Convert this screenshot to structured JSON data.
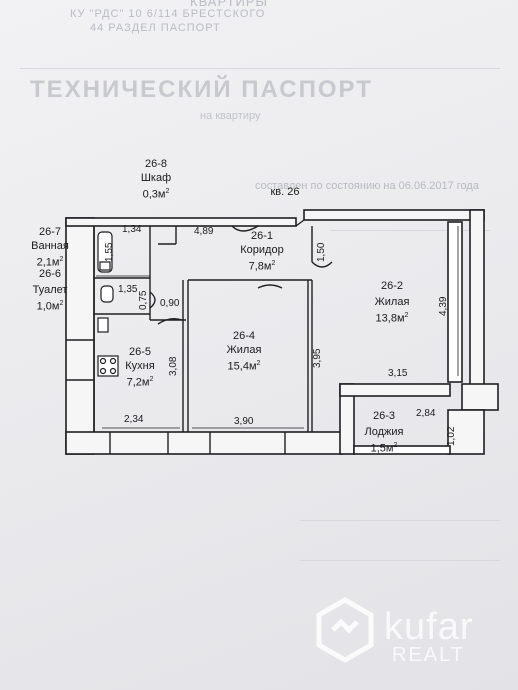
{
  "header": {
    "top_line": "КВАРТИРЫ",
    "line2": "КУ \"РДС\" 10 6/114 БРЕСТСКОГО",
    "line3": "44 РАЗДЕЛ ПАСПОРТ",
    "title": "ТЕХНИЧЕСКИЙ ПАСПОРТ",
    "subtitle": "на квартиру",
    "compiled": "составлен по состоянию на 06.06.2017 года"
  },
  "apartment_label": "кв. 26",
  "rooms": [
    {
      "code": "26-8",
      "name": "Шкаф",
      "area": "0,3м"
    },
    {
      "code": "26-7",
      "name": "Ванная",
      "area": "2,1м"
    },
    {
      "code": "26-6",
      "name": "Туалет",
      "area": "1,0м"
    },
    {
      "code": "26-1",
      "name": "Коридор",
      "area": "7,8м"
    },
    {
      "code": "26-2",
      "name": "Жилая",
      "area": "13,8м"
    },
    {
      "code": "26-4",
      "name": "Жилая",
      "area": "15,4м"
    },
    {
      "code": "26-5",
      "name": "Кухня",
      "area": "7,2м"
    },
    {
      "code": "26-3",
      "name": "Лоджия",
      "area": "1,5м"
    }
  ],
  "area_unit_sup": "2",
  "dimensions": {
    "d134": "1,34",
    "d489": "4,89",
    "d155": "1,55",
    "d150": "1,50",
    "d439": "4,39",
    "d135": "1,35",
    "d075": "0,75",
    "d090": "0,90",
    "d308": "3,08",
    "d395": "3,95",
    "d315": "3,15",
    "d284": "2,84",
    "d102": "1,02",
    "d234": "2,34",
    "d390": "3,90"
  },
  "watermark": {
    "brand": "kufar",
    "sub": "REALT"
  }
}
